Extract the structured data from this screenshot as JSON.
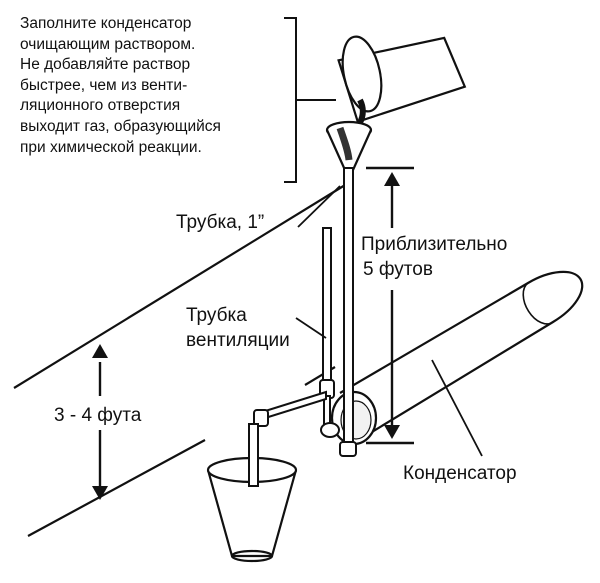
{
  "instruction": {
    "lines": [
      "Заполните конденсатор",
      "очищающим раствором.",
      "Не добавляйте раствор",
      "быстрее, чем из венти-",
      "ляционного отверстия",
      "выходит газ, образующийся",
      "при химической реакции."
    ]
  },
  "labels": {
    "tube_1inch": "Трубка, 1”",
    "approx_line1": "Приблизительно",
    "approx_line2": "5 футов",
    "vent_line1": "Трубка",
    "vent_line2": "вентиляции",
    "height_3_4": "3 - 4 фута",
    "condenser": "Конденсатор"
  }
}
